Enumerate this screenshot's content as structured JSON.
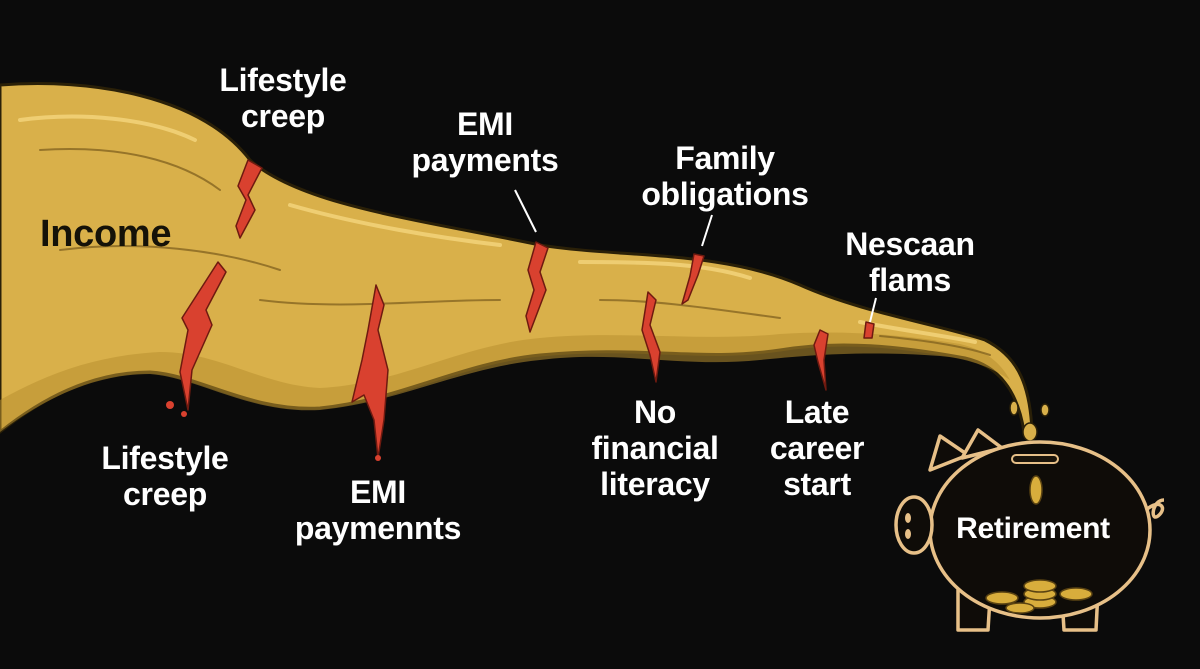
{
  "labels": {
    "income": "Income",
    "top_lifestyle_creep": "Lifestyle\ncreep",
    "top_emi_payments": "EMI\npayments",
    "top_family_obligations": "Family\nobligations",
    "top_nescaan_flams": "Nescaan\nflams",
    "bottom_lifestyle_creep": "Lifestyle\ncreep",
    "bottom_emi_paymennts": "EMI\npaymennts",
    "bottom_no_financial_literacy": "No\nfinancial\nliteracy",
    "bottom_late_career_start": "Late\ncareer\nstart",
    "retirement": "Retirement"
  },
  "colors": {
    "background": "#0b0b0b",
    "stream": "#d9b04a",
    "stream_shadow": "#a9832c",
    "crack": "#d9412f",
    "piggy_outline": "#e7c088",
    "coin": "#d8ad3c"
  }
}
